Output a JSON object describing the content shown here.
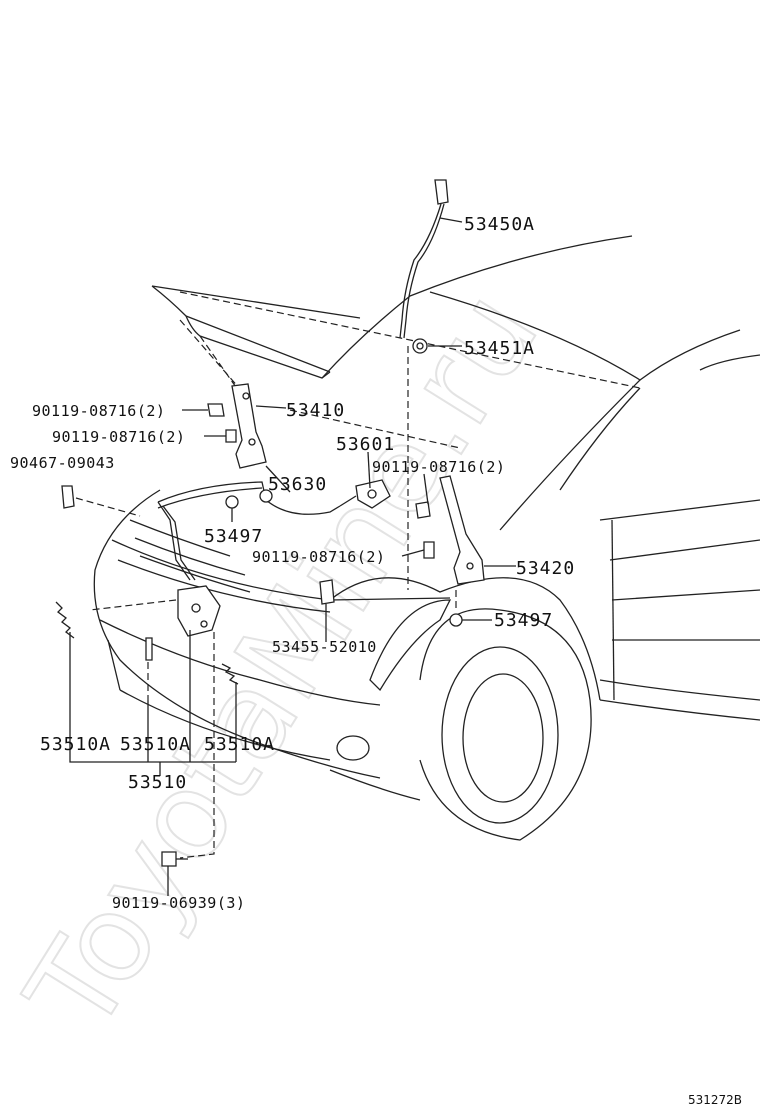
{
  "watermark": "ToyotaMine.ru",
  "diagram_id": "531272B",
  "labels": {
    "p53450A": "53450A",
    "p53451A": "53451A",
    "p53410": "53410",
    "p90119_08716_a": "90119-08716(2)",
    "p90119_08716_b": "90119-08716(2)",
    "p90467_09043": "90467-09043",
    "p53601": "53601",
    "p90119_08716_c": "90119-08716(2)",
    "p53630": "53630",
    "p53497_a": "53497",
    "p90119_08716_d": "90119-08716(2)",
    "p53420": "53420",
    "p53497_b": "53497",
    "p53455_52010": "53455-52010",
    "p53510A_a": "53510A",
    "p53510A_b": "53510A",
    "p53510A_c": "53510A",
    "p53510": "53510",
    "p90119_06939": "90119-06939(3)"
  }
}
